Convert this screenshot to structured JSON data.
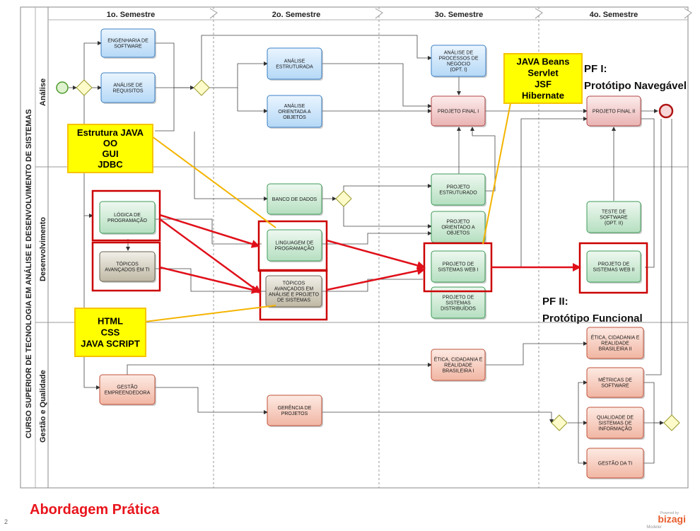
{
  "pool_title": "CURSO SUPERIOR DE TECNOLOGIA EM ANÁLISE E DESENVOLVIMENTO DE SISTEMAS",
  "lanes": [
    "Análise",
    "Desenvolvimento",
    "Gestão e Qualidade"
  ],
  "phases": [
    "1o. Semestre",
    "2o. Semestre",
    "3o. Semestre",
    "4o. Semestre"
  ],
  "tasks": {
    "eng_software": [
      "ENGENHARIA DE",
      "SOFTWARE"
    ],
    "analise_requisitos": [
      "ANÁLISE DE",
      "REQUISITOS"
    ],
    "analise_estruturada": [
      "ANÁLISE",
      "ESTRUTURADA"
    ],
    "analise_oo": [
      "ANÁLISE",
      "ORIENTADA A",
      "OBJETOS"
    ],
    "analise_processos": [
      "ANÁLISE DE",
      "PROCESSOS DE",
      "NEGÓCIO",
      "(OPT. I)"
    ],
    "projeto_final_1": [
      "PROJETO FINAL I"
    ],
    "projeto_final_2": [
      "PROJETO FINAL II"
    ],
    "logica": [
      "LÓGICA DE",
      "PROGRAMAÇÃO"
    ],
    "topicos_ti": [
      "TÓPICOS",
      "AVANÇADOS EM TI"
    ],
    "banco_dados": [
      "BANCO DE DADOS"
    ],
    "linguagem": [
      "LINGUAGEM DE",
      "PROGRAMAÇÃO"
    ],
    "topicos_analise": [
      "TÓPICOS",
      "AVANÇADOS EM",
      "ANÁLISE E PROJETO",
      "DE SISTEMAS"
    ],
    "projeto_estruturado": [
      "PROJETO",
      "ESTRUTURADO"
    ],
    "projeto_oo": [
      "PROJETO",
      "ORIENTADO A",
      "OBJETOS"
    ],
    "projeto_web_1": [
      "PROJETO DE",
      "SISTEMAS WEB I"
    ],
    "projeto_distribuidos": [
      "PROJETO DE",
      "SISTEMAS",
      "DISTRIBUÍDOS"
    ],
    "teste_software": [
      "TESTE DE",
      "SOFTWARE",
      "(OPT. II)"
    ],
    "projeto_web_2": [
      "PROJETO DE",
      "SISTEMAS WEB II"
    ],
    "etica_2": [
      "ÉTICA, CIDADANIA E",
      "REALIDADE",
      "BRASILEIRA II"
    ],
    "etica_1": [
      "ÉTICA, CIDADANIA E",
      "REALIDADE",
      "BRASILEIRA I"
    ],
    "gestao_emp": [
      "GESTÃO",
      "EMPREENDEDORA"
    ],
    "gerencia_projetos": [
      "GERÊNCIA DE",
      "PROJETOS"
    ],
    "metricas": [
      "MÉTRICAS DE",
      "SOFTWARE"
    ],
    "qualidade": [
      "QUALIDADE DE",
      "SISTEMAS DE",
      "INFORMAÇÃO"
    ],
    "gestao_ti": [
      "GESTÃO DA TI"
    ]
  },
  "notes": {
    "estrutura": [
      "Estrutura JAVA",
      "OO",
      "GUI",
      "JDBC"
    ],
    "java": [
      "JAVA Beans",
      "Servlet",
      "JSF",
      "Hibernate"
    ],
    "html": [
      "HTML",
      "CSS",
      "JAVA SCRIPT"
    ]
  },
  "pf1": [
    "PF I:",
    "Protótipo Navegável"
  ],
  "pf2": [
    "PF II:",
    "Protótipo Funcional"
  ],
  "footer_title": "Abordagem Prática",
  "slide_number": "2",
  "brand": {
    "powered": "Powered by",
    "name": "bizagi",
    "sub": "Modeler"
  },
  "colors": {
    "blue": "#cde6fb",
    "blue_stroke": "#3a7fc4",
    "green": "#d3ecd8",
    "green_stroke": "#3d9b58",
    "red": "#f6d3d3",
    "red_stroke": "#b24646",
    "orange": "#f9d2c4",
    "orange_stroke": "#c0523a",
    "gray": "#d6d2c4",
    "gray_stroke": "#6b6352",
    "note": "#ffff00",
    "note_stroke": "#f5c400",
    "highlight": "#cc0000",
    "footer": "#e8141b"
  }
}
